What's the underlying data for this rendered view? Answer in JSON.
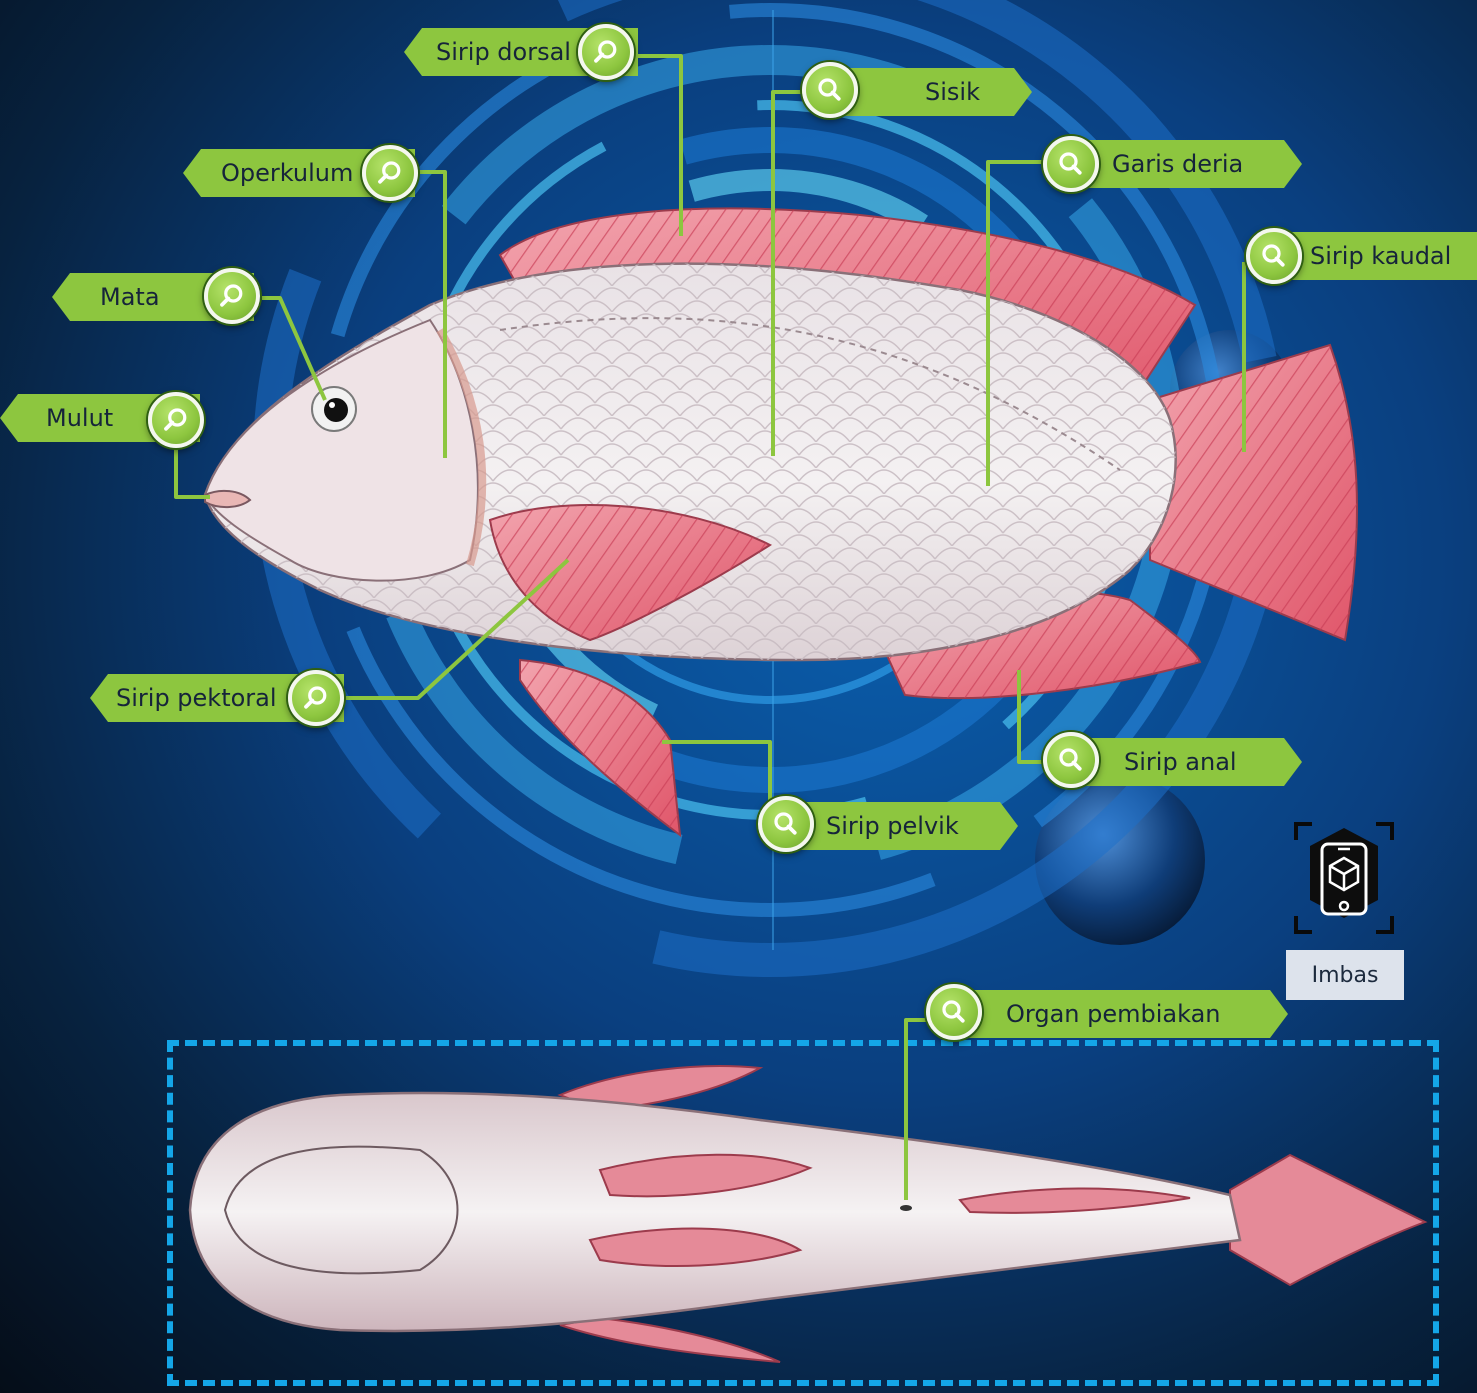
{
  "colors": {
    "accent_green": "#8dc63f",
    "leader_line": "#8dc63f",
    "dashed_border": "#14a6e8",
    "background_dark": "#050d18",
    "background_blue": "#0a5fae"
  },
  "labels": {
    "sirip_dorsal": "Sirip dorsal",
    "sisik": "Sisik",
    "operkulum": "Operkulum",
    "garis_deria": "Garis deria",
    "mata": "Mata",
    "sirip_kaudal": "Sirip kaudal",
    "mulut": "Mulut",
    "sirip_pektoral": "Sirip pektoral",
    "sirip_anal": "Sirip anal",
    "sirip_pelvik": "Sirip pelvik",
    "organ_pembiakan": "Organ pembiakan"
  },
  "icons": {
    "zoom": "magnifier-icon",
    "scan": "ar-scan-phone-icon"
  },
  "scan": {
    "label": "Imbas"
  }
}
